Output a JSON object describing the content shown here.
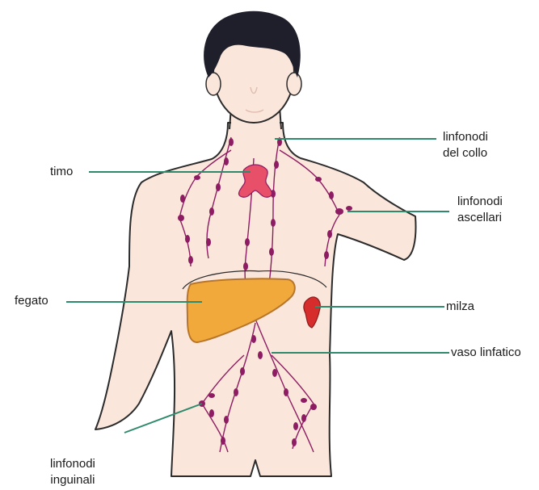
{
  "labels": {
    "neck_nodes": [
      "linfonodi",
      "del collo"
    ],
    "thymus": "timo",
    "axillary_nodes": [
      "linfonodi",
      "ascellari"
    ],
    "liver": "fegato",
    "spleen": "milza",
    "lymph_vessel": "vaso linfatico",
    "inguinal_nodes": [
      "linfonodi",
      "inguinali"
    ]
  },
  "colors": {
    "skin": "#fbe6dc",
    "outline": "#2b2b2b",
    "hair": "#1f1f2b",
    "lymph": "#8e1c62",
    "thymus": "#e8506a",
    "liver": "#f1a93c",
    "liver_outline": "#b8762a",
    "spleen": "#d62c2c",
    "pointer": "#2f8a6b"
  }
}
